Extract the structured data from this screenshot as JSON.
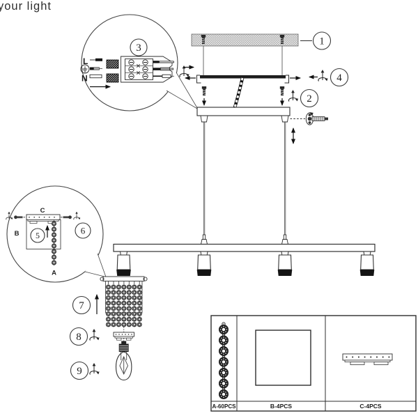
{
  "brand": {
    "logo_text": "your light"
  },
  "colors": {
    "line": "#2d2d2d",
    "ceiling_hatch": "#9a9a9a",
    "bead": "#1d1d1d",
    "background": "#ffffff"
  },
  "step_labels": {
    "ceiling": "1",
    "screw": "2",
    "wiring": "3",
    "bracket": "4",
    "hook": "5",
    "bead_chain": "6",
    "shade": "7",
    "bottom_bar": "8",
    "bulb": "9"
  },
  "wiring_callout": {
    "live": "L",
    "neutral": "N"
  },
  "bead_callout": {
    "part_a": "A",
    "part_b": "B",
    "part_c": "C"
  },
  "parts_table": {
    "cells": [
      {
        "label": "A-60PCS"
      },
      {
        "label": "B-4PCS"
      },
      {
        "label": "C-4PCS"
      }
    ]
  }
}
